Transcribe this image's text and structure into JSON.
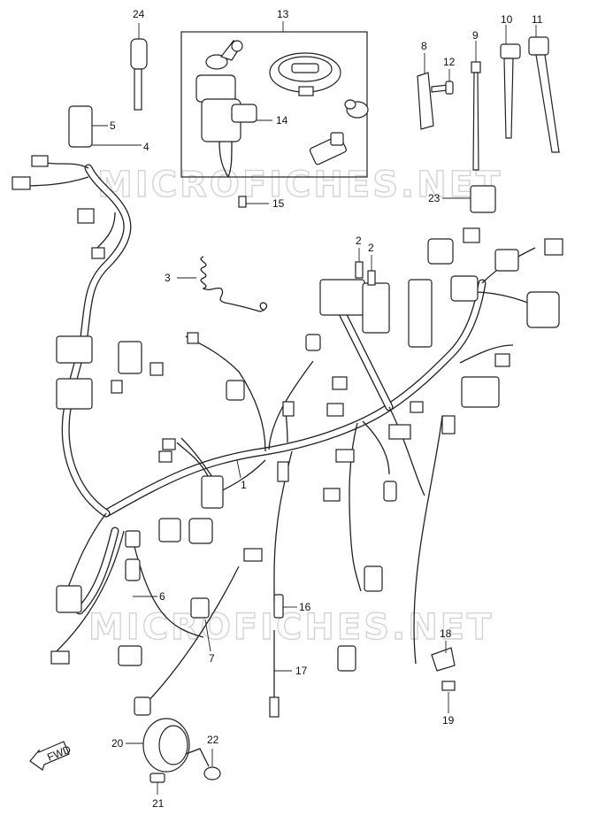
{
  "watermark": "MICROFICHES.NET",
  "fwd_label": "FWD",
  "callouts": {
    "c1": "1",
    "c2a": "2",
    "c2b": "2",
    "c3": "3",
    "c4": "4",
    "c5": "5",
    "c6": "6",
    "c7": "7",
    "c8": "8",
    "c9": "9",
    "c10": "10",
    "c11": "11",
    "c12": "12",
    "c13": "13",
    "c14": "14",
    "c15": "15",
    "c16": "16",
    "c17": "17",
    "c18": "18",
    "c19": "19",
    "c20": "20",
    "c21": "21",
    "c22": "22",
    "c23": "23",
    "c24": "24"
  }
}
